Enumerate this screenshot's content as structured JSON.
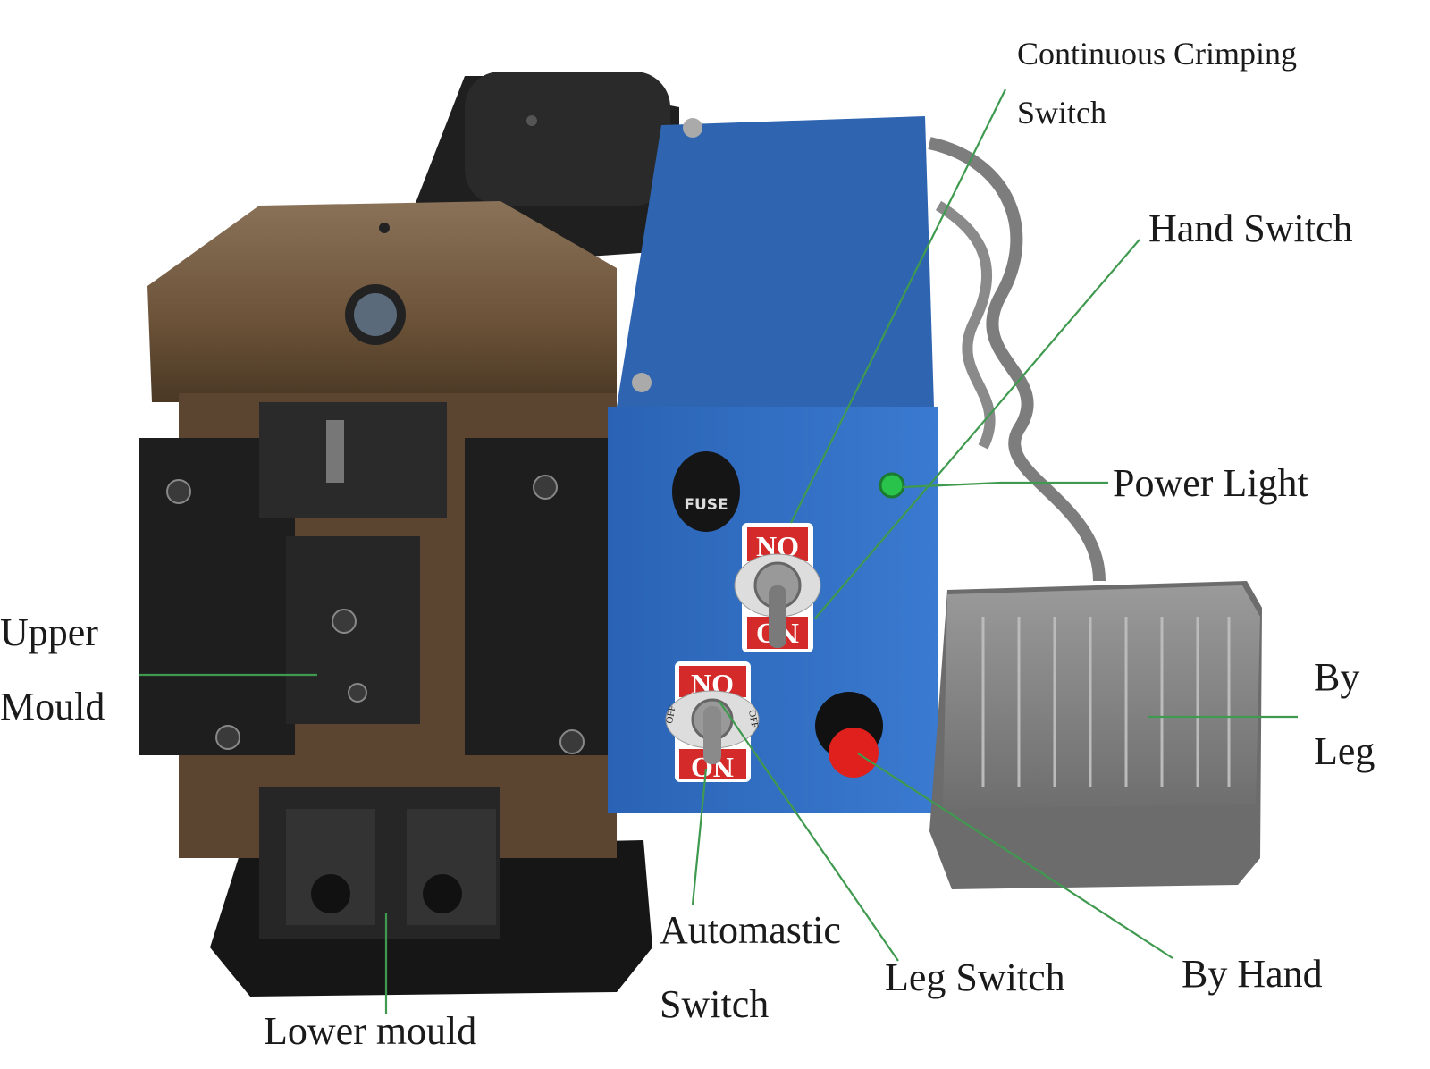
{
  "title": "Terminal crimping machine parts diagram",
  "labels": {
    "continuous_crimping_switch": [
      "Continuous Crimping",
      "Switch"
    ],
    "hand_switch": "Hand Switch",
    "power_light": "Power Light",
    "upper_mould": [
      "Upper",
      "Mould"
    ],
    "by_leg": [
      "By",
      "Leg"
    ],
    "automatic_switch": [
      "Automastic",
      "Switch"
    ],
    "leg_switch": "Leg Switch",
    "by_hand": "By Hand",
    "lower_mould": "Lower mould"
  },
  "panel_text": {
    "fuse": "FUSE",
    "switch_on": "NO",
    "switch_off": "OFF"
  },
  "colors": {
    "leader_line": "#3f9a4f",
    "panel_blue": "#2f6fc2",
    "switch_red": "#d42a2a",
    "power_light": "#29c24a",
    "button_red": "#e0201c"
  }
}
